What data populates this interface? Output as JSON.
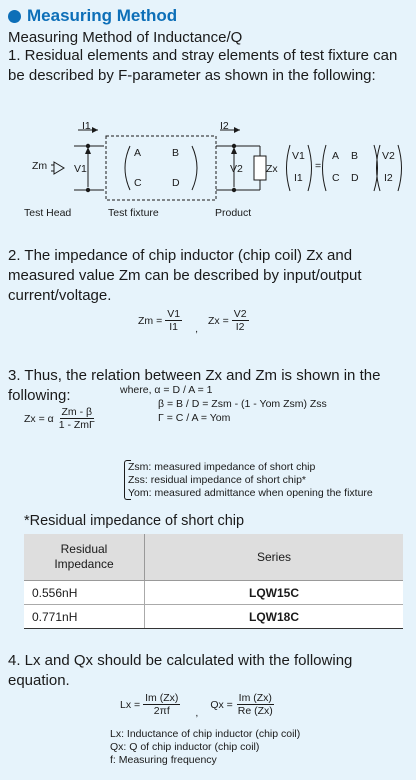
{
  "header": {
    "title": "Measuring Method",
    "subtitle": "Measuring Method of Inductance/Q"
  },
  "sections": {
    "s1": "1. Residual elements and stray elements of test fixture can be described by F-parameter as shown in the following:",
    "s2": "2. The impedance of chip inductor (chip coil) Zx and measured value Zm can be described by input/output current/voltage.",
    "s3": "3. Thus, the relation between Zx and Zm is shown in the following:",
    "s4": "4. Lx and Qx should be calculated with the following equation."
  },
  "diagram": {
    "zm_label": "Zm",
    "v1": "V1",
    "i1": "I1",
    "i2": "I2",
    "v2": "V2",
    "zx": "Zx",
    "a": "A",
    "b": "B",
    "c": "C",
    "d": "D",
    "test_head": "Test Head",
    "test_fixture": "Test fixture",
    "product": "Product"
  },
  "eq2": {
    "zm": "Zm =",
    "zm_num": "V1",
    "zm_den": "I1",
    "sep": ",",
    "zx": "Zx =",
    "zx_num": "V2",
    "zx_den": "I2"
  },
  "eq3": {
    "lhs": "Zx = α",
    "num": "Zm - β",
    "den": "1 - ZmΓ",
    "where1": "where, α = D / A = 1",
    "where2": "β = B / D = Zsm - (1 - Yom Zsm) Zss",
    "where3": "Γ = C / A = Yom",
    "def1": "Zsm: measured impedance of short chip",
    "def2": "Zss: residual impedance of short chip*",
    "def3": "Yom: measured admittance when opening the fixture"
  },
  "residual": {
    "caption": "*Residual impedance of short chip",
    "col1": "Residual Impedance",
    "col2": "Series",
    "rows": [
      {
        "imp": "0.556nH",
        "series": "LQW15C"
      },
      {
        "imp": "0.771nH",
        "series": "LQW18C"
      }
    ]
  },
  "eq4": {
    "lx": "Lx =",
    "lx_num": "Im (Zx)",
    "lx_den": "2πf",
    "sep": ",",
    "qx": "Qx =",
    "qx_num": "Im (Zx)",
    "qx_den": "Re (Zx)",
    "def1": "Lx: Inductance of chip inductor (chip coil)",
    "def2": "Qx: Q of chip inductor (chip coil)",
    "def3": "f: Measuring frequency"
  }
}
